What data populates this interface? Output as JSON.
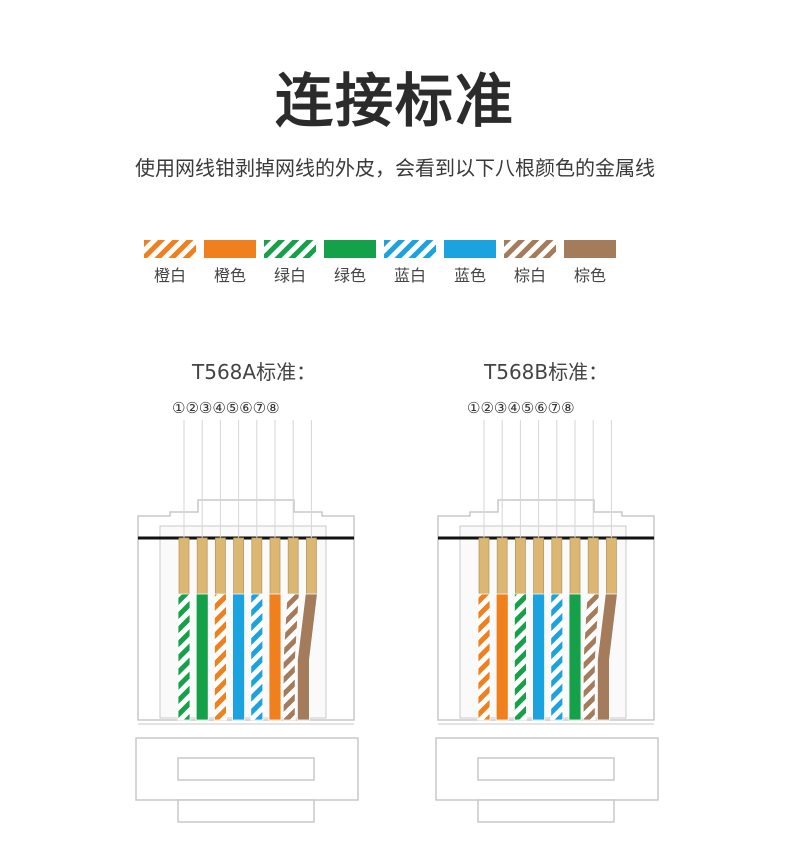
{
  "title": "连接标准",
  "subtitle": "使用网线钳剥掉网线的外皮，会看到以下八根颜色的金属线",
  "colors": {
    "orange": "#f07f1d",
    "green": "#15a04a",
    "blue": "#1ba3e0",
    "brown": "#a47b5b",
    "gold": "#dcb773",
    "outline": "#c9c9c9"
  },
  "legend": [
    {
      "label": "橙白",
      "color": "orange",
      "striped": true
    },
    {
      "label": "橙色",
      "color": "orange",
      "striped": false
    },
    {
      "label": "绿白",
      "color": "green",
      "striped": true
    },
    {
      "label": "绿色",
      "color": "green",
      "striped": false
    },
    {
      "label": "蓝白",
      "color": "blue",
      "striped": true
    },
    {
      "label": "蓝色",
      "color": "blue",
      "striped": false
    },
    {
      "label": "棕白",
      "color": "brown",
      "striped": true
    },
    {
      "label": "棕色",
      "color": "brown",
      "striped": false
    }
  ],
  "standards": [
    {
      "label": "T568A标准：",
      "pins": "①②③④⑤⑥⑦⑧",
      "wires": [
        {
          "color": "green",
          "striped": true
        },
        {
          "color": "green",
          "striped": false
        },
        {
          "color": "orange",
          "striped": true
        },
        {
          "color": "blue",
          "striped": false
        },
        {
          "color": "blue",
          "striped": true
        },
        {
          "color": "orange",
          "striped": false
        },
        {
          "color": "brown",
          "striped": true
        },
        {
          "color": "brown",
          "striped": false
        }
      ]
    },
    {
      "label": "T568B标准：",
      "pins": "①②③④⑤⑥⑦⑧",
      "wires": [
        {
          "color": "orange",
          "striped": true
        },
        {
          "color": "orange",
          "striped": false
        },
        {
          "color": "green",
          "striped": true
        },
        {
          "color": "blue",
          "striped": false
        },
        {
          "color": "blue",
          "striped": true
        },
        {
          "color": "green",
          "striped": false
        },
        {
          "color": "brown",
          "striped": true
        },
        {
          "color": "brown",
          "striped": false
        }
      ]
    }
  ]
}
